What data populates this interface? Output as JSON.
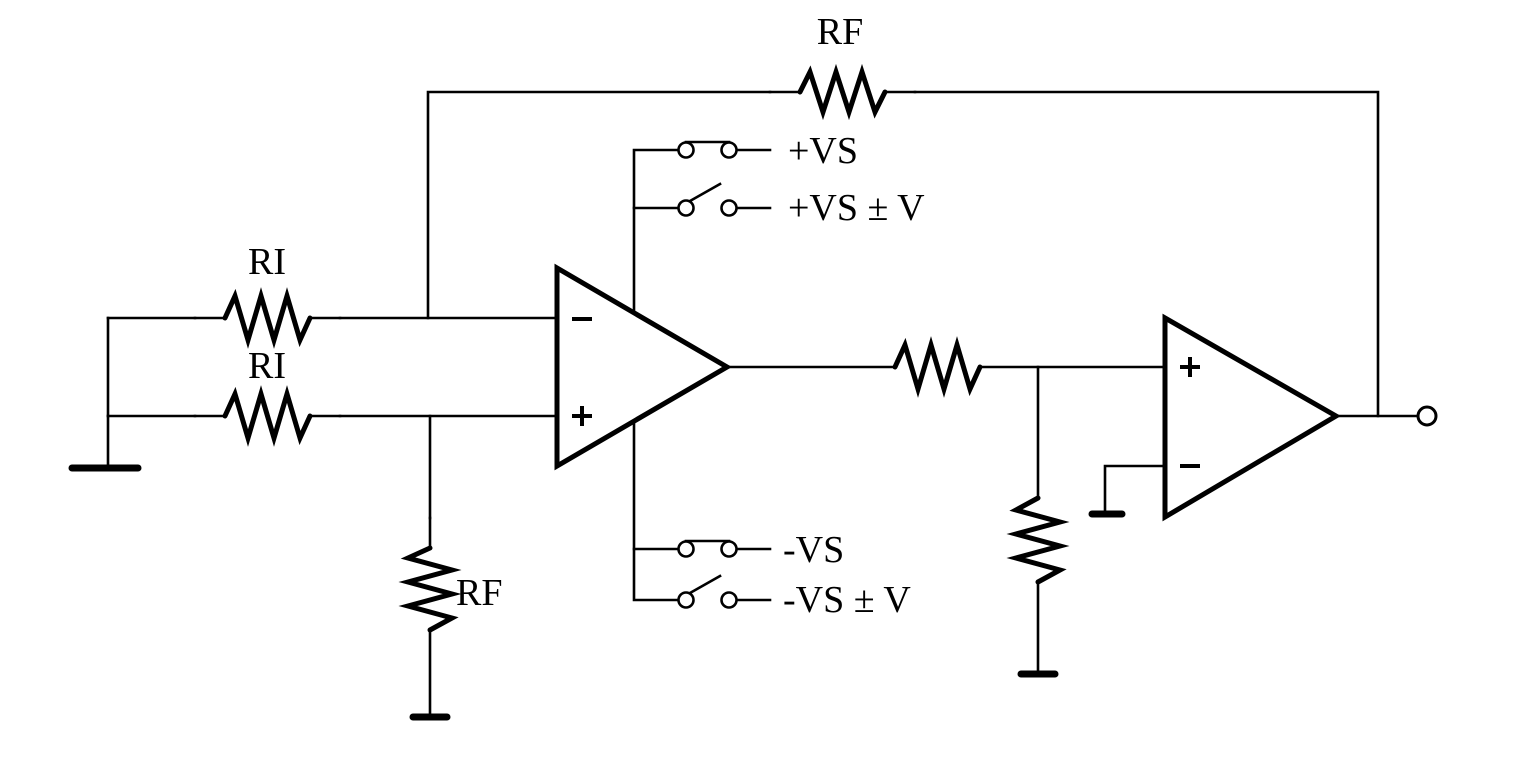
{
  "labels": {
    "rf_top": "RF",
    "ri_top": "RI",
    "ri_bottom": "RI",
    "rf_bottom": "RF",
    "vs_pos": "+VS",
    "vs_pos_var": "+VS ± V",
    "vs_neg": "-VS",
    "vs_neg_var": "-VS ± V"
  },
  "components": {
    "op_amp_1": {
      "inverting": "−",
      "non_inverting": "+"
    },
    "op_amp_2": {
      "inverting": "−",
      "non_inverting": "+"
    }
  }
}
